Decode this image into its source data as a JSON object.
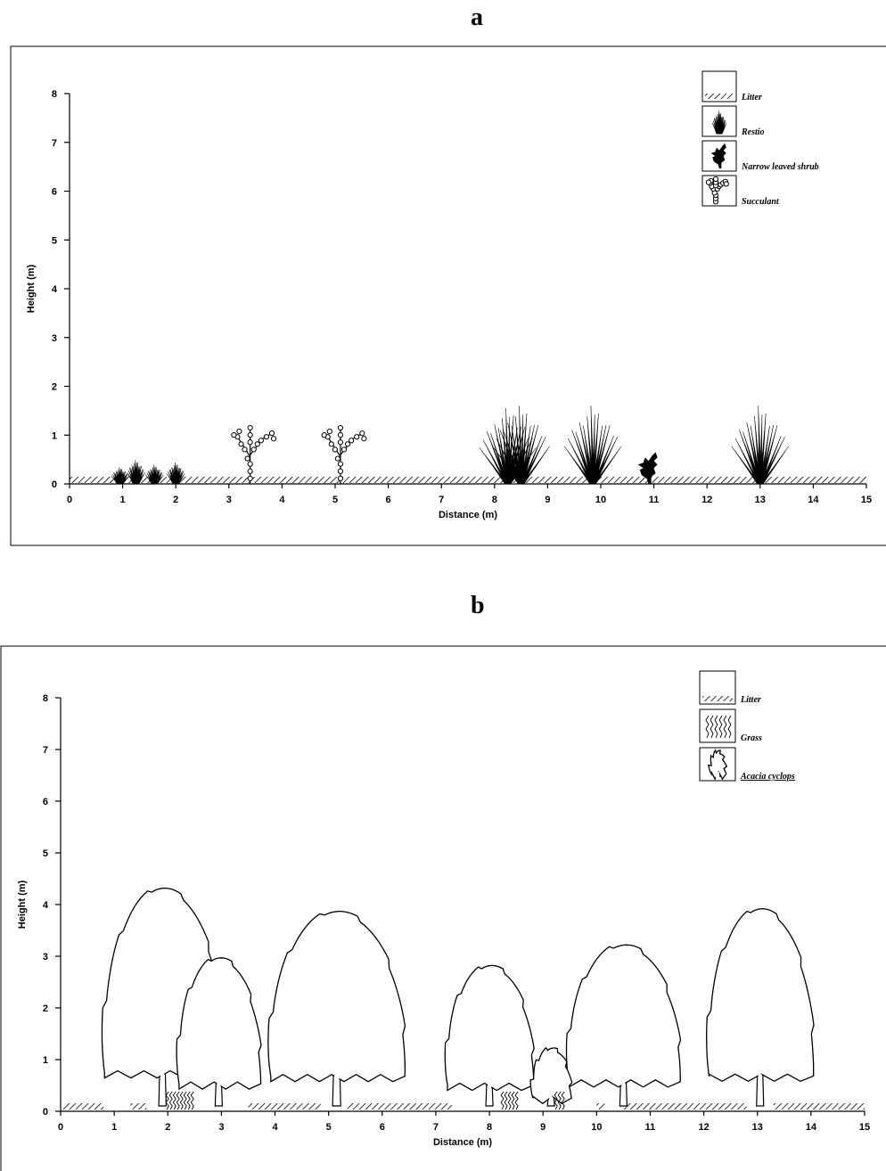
{
  "panels": [
    {
      "letter": "a",
      "x_axis_label": "Distance (m)",
      "y_axis_label": "Height (m)",
      "x_ticks": [
        "0",
        "1",
        "2",
        "3",
        "4",
        "5",
        "6",
        "7",
        "8",
        "9",
        "10",
        "11",
        "12",
        "13",
        "14",
        "15"
      ],
      "y_ticks": [
        "0",
        "1",
        "2",
        "3",
        "4",
        "5",
        "6",
        "7",
        "8"
      ],
      "legend": [
        "Litter",
        "Restio",
        "Narrow leaved shrub",
        "Succulant"
      ],
      "plants": [
        {
          "type": "restio",
          "x": 0.95,
          "height": 0.35
        },
        {
          "type": "restio",
          "x": 1.25,
          "height": 0.5
        },
        {
          "type": "restio",
          "x": 1.6,
          "height": 0.4
        },
        {
          "type": "restio",
          "x": 2.0,
          "height": 0.45
        },
        {
          "type": "succulant",
          "x": 3.4,
          "height": 1.15
        },
        {
          "type": "succulant",
          "x": 5.1,
          "height": 1.15
        },
        {
          "type": "restio",
          "x": 8.25,
          "height": 1.6
        },
        {
          "type": "restio",
          "x": 8.5,
          "height": 1.65
        },
        {
          "type": "restio",
          "x": 9.85,
          "height": 1.65
        },
        {
          "type": "narrow_leaved_shrub",
          "x": 10.9,
          "height": 0.65
        },
        {
          "type": "restio",
          "x": 13.0,
          "height": 1.65
        }
      ],
      "litter_segments": [
        [
          0,
          15
        ]
      ]
    },
    {
      "letter": "b",
      "x_axis_label": "Distance (m)",
      "y_axis_label": "Height (m)",
      "x_ticks": [
        "0",
        "1",
        "2",
        "3",
        "4",
        "5",
        "6",
        "7",
        "8",
        "9",
        "10",
        "11",
        "12",
        "13",
        "14",
        "15"
      ],
      "y_ticks": [
        "0",
        "1",
        "2",
        "3",
        "4",
        "5",
        "6",
        "7",
        "8"
      ],
      "legend": [
        "Litter",
        "Grass",
        "Acacia cyclops"
      ],
      "trees": [
        {
          "x": 1.9,
          "height": 4.25,
          "width": 2.6
        },
        {
          "x": 2.95,
          "height": 2.9,
          "width": 1.8
        },
        {
          "x": 5.15,
          "height": 3.8,
          "width": 2.95
        },
        {
          "x": 8.0,
          "height": 2.75,
          "width": 1.9
        },
        {
          "x": 10.5,
          "height": 3.15,
          "width": 2.45
        },
        {
          "x": 13.05,
          "height": 3.85,
          "width": 2.3
        },
        {
          "x": 9.15,
          "height": 1.15,
          "width": 0.85
        }
      ],
      "grass_patches": [
        [
          1.95,
          2.45
        ],
        [
          8.2,
          8.5
        ],
        [
          9.2,
          9.4
        ]
      ],
      "litter_segments": [
        [
          0.05,
          0.8
        ],
        [
          1.3,
          1.6
        ],
        [
          3.5,
          4.85
        ],
        [
          5.35,
          7.3
        ],
        [
          10.0,
          10.15
        ],
        [
          10.45,
          12.8
        ],
        [
          13.3,
          15
        ]
      ]
    }
  ]
}
